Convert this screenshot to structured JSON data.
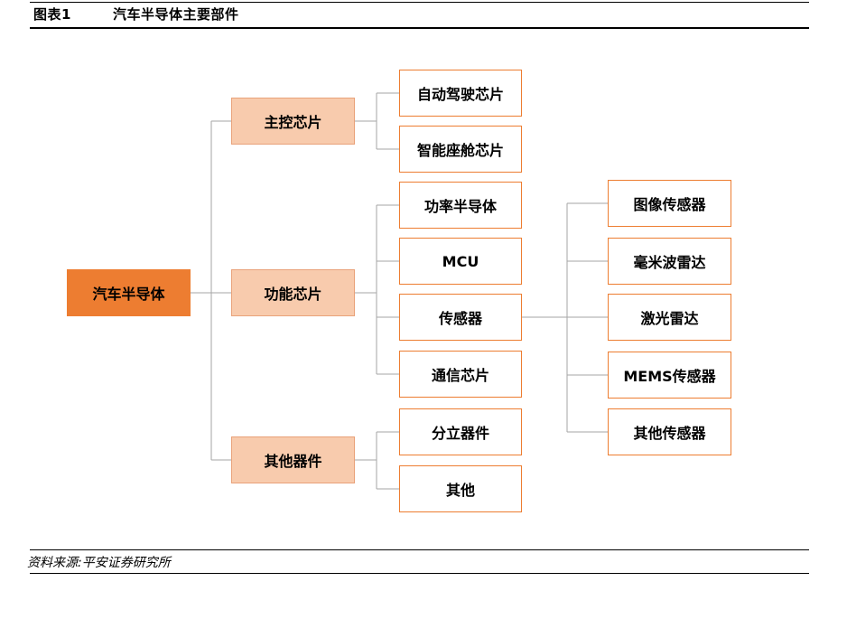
{
  "header": {
    "figure_label": "图表1",
    "title": "汽车半导体主要部件"
  },
  "diagram": {
    "root": "汽车半导体",
    "branches": [
      {
        "label": "主控芯片",
        "children": [
          "自动驾驶芯片",
          "智能座舱芯片"
        ]
      },
      {
        "label": "功能芯片",
        "children": [
          "功率半导体",
          "MCU",
          "传感器",
          "通信芯片"
        ]
      },
      {
        "label": "其他器件",
        "children": [
          "分立器件",
          "其他"
        ]
      }
    ],
    "sensors": [
      "图像传感器",
      "毫米波雷达",
      "激光雷达",
      "MEMS传感器",
      "其他传感器"
    ]
  },
  "footer": {
    "source": "资料来源:平安证券研究所"
  },
  "colors": {
    "root_fill": "#ED7D31",
    "mid_fill": "#F8CBAD",
    "leaf_border": "#ED7D31",
    "connector": "#A6A6A6"
  }
}
